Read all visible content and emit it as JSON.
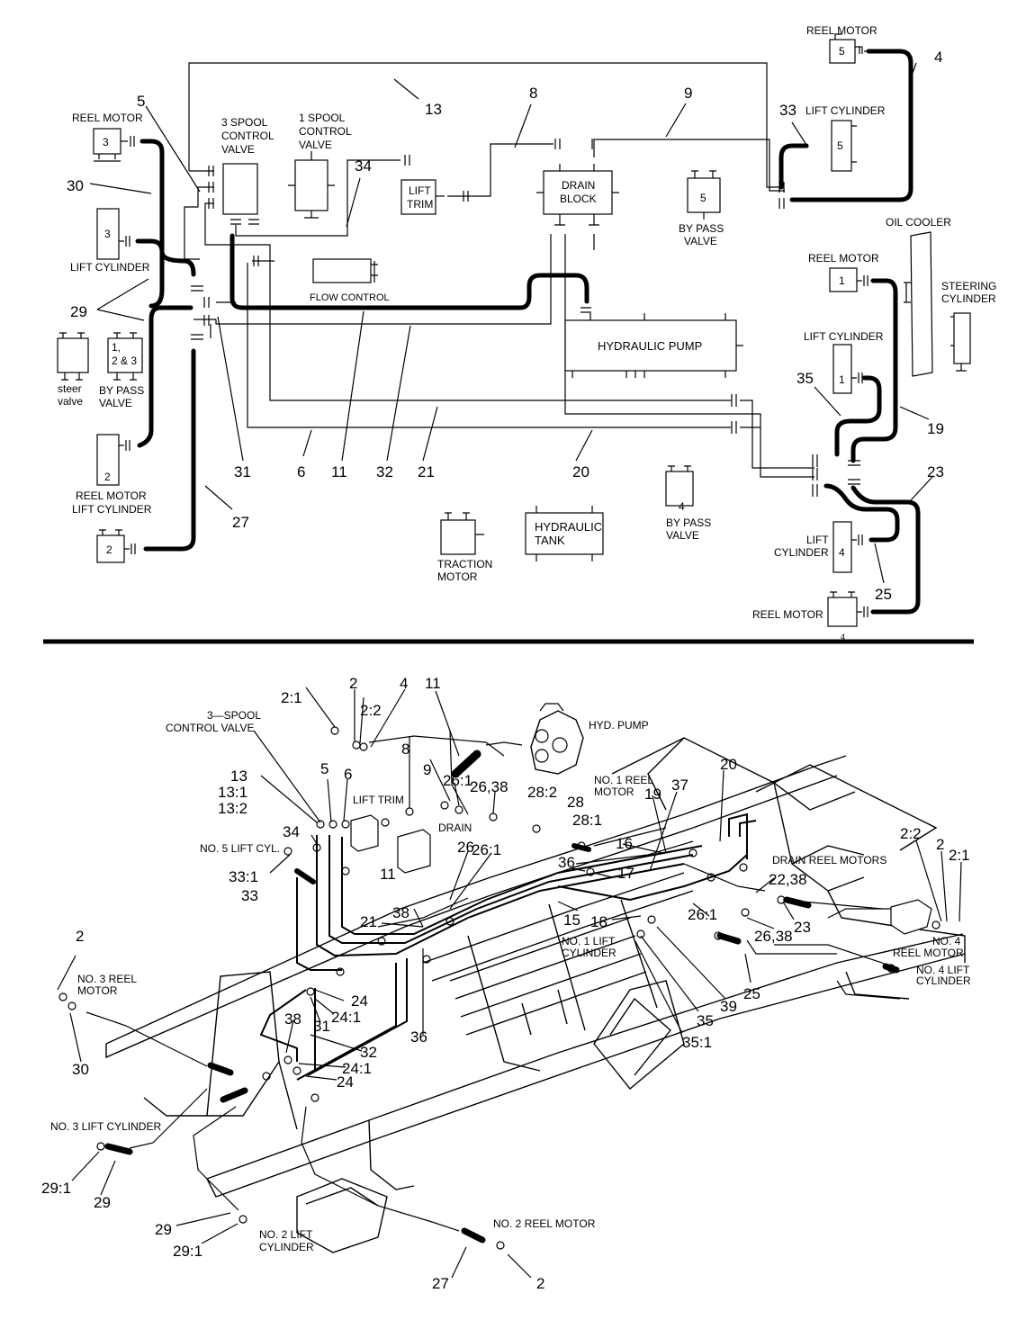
{
  "schematic": {
    "components": {
      "reel_motor_5": {
        "title": "REEL MOTOR",
        "num": "5"
      },
      "lift_cyl_5": {
        "title": "LIFT CYLINDER",
        "num": "5"
      },
      "reel_motor_3": {
        "title": "REEL MOTOR",
        "num": "3"
      },
      "lift_cyl_3": {
        "title": "LIFT CYLINDER",
        "num": "3"
      },
      "spool3": {
        "line1": "3 SPOOL",
        "line2": "CONTROL",
        "line3": "VALVE"
      },
      "spool1": {
        "line1": "1 SPOOL",
        "line2": "CONTROL",
        "line3": "VALVE"
      },
      "lift_trim": {
        "line1": "LIFT",
        "line2": "TRIM"
      },
      "drain_block": {
        "line1": "DRAIN",
        "line2": "BLOCK"
      },
      "bypass_5": {
        "num": "5",
        "line1": "BY PASS",
        "line2": "VALVE"
      },
      "oil_cooler": "OIL COOLER",
      "reel_motor_1": {
        "title": "REEL MOTOR",
        "num": "1"
      },
      "steering": {
        "line1": "STEERING",
        "line2": "CYLINDER"
      },
      "lift_cyl_1": {
        "title": "LIFT CYLINDER",
        "num": "1"
      },
      "flow_control": "FLOW CONTROL",
      "hyd_pump": "HYDRAULIC PUMP",
      "steer_valve": {
        "line1": "steer",
        "line2": "valve"
      },
      "bypass_123": {
        "line1": "1,",
        "line2": "2 & 3",
        "line3": "BY PASS",
        "line4": "VALVE"
      },
      "reel_lift_2": {
        "num": "2",
        "line1": "REEL MOTOR",
        "line2": "LIFT CYLINDER"
      },
      "reel_motor_2": {
        "num": "2"
      },
      "traction": {
        "line1": "TRACTION",
        "line2": "MOTOR"
      },
      "hyd_tank": {
        "line1": "HYDRAULIC",
        "line2": "TANK"
      },
      "bypass_4": {
        "num": "4",
        "line1": "BY PASS",
        "line2": "VALVE"
      },
      "lift_cyl_4": {
        "line1": "LIFT",
        "line2": "CYLINDER",
        "num": "4"
      },
      "reel_motor_4": {
        "title": "REEL MOTOR",
        "num": "4"
      }
    },
    "callouts": [
      "4",
      "5",
      "13",
      "8",
      "9",
      "33",
      "30",
      "34",
      "29",
      "31",
      "6",
      "11",
      "32",
      "21",
      "20",
      "35",
      "19",
      "23",
      "27",
      "25"
    ]
  },
  "assembly": {
    "labels": {
      "spool_valve": {
        "line1": "3—SPOOL",
        "line2": "CONTROL VALVE"
      },
      "hyd_pump": "HYD. PUMP",
      "lift_trim": "LIFT TRIM",
      "drain": "DRAIN",
      "no1_reel": {
        "line1": "NO. 1 REEL",
        "line2": "MOTOR"
      },
      "no5_lift": "NO. 5 LIFT CYL.",
      "drain_reel": "DRAIN REEL MOTORS",
      "no1_lift": {
        "line1": "NO. 1 LIFT",
        "line2": "CYLINDER"
      },
      "no4_reel": {
        "line1": "NO. 4",
        "line2": "REEL MOTOR"
      },
      "no4_lift": {
        "line1": "NO. 4 LIFT",
        "line2": "CYLINDER"
      },
      "no3_reel": {
        "line1": "NO. 3 REEL",
        "line2": "MOTOR"
      },
      "no3_lift": "NO. 3 LIFT CYLINDER",
      "no2_lift": {
        "line1": "NO. 2 LIFT",
        "line2": "CYLINDER"
      },
      "no2_reel": "NO. 2 REEL MOTOR"
    },
    "callouts": [
      "2:1",
      "2",
      "4",
      "2:2",
      "11",
      "8",
      "9",
      "26:1",
      "26,38",
      "28:2",
      "28",
      "28:1",
      "20",
      "37",
      "19",
      "13",
      "13:1",
      "13:2",
      "5",
      "6",
      "34",
      "33:1",
      "33",
      "11",
      "26",
      "26:1",
      "16",
      "36",
      "17",
      "2:2",
      "2",
      "2:1",
      "22,38",
      "21",
      "38",
      "15",
      "18",
      "26:1",
      "26,38",
      "23",
      "2",
      "39",
      "25",
      "30",
      "24",
      "24:1",
      "31",
      "38",
      "36",
      "35",
      "35:1",
      "32",
      "24:1",
      "24",
      "29:1",
      "29",
      "29",
      "29:1",
      "27",
      "2"
    ]
  }
}
